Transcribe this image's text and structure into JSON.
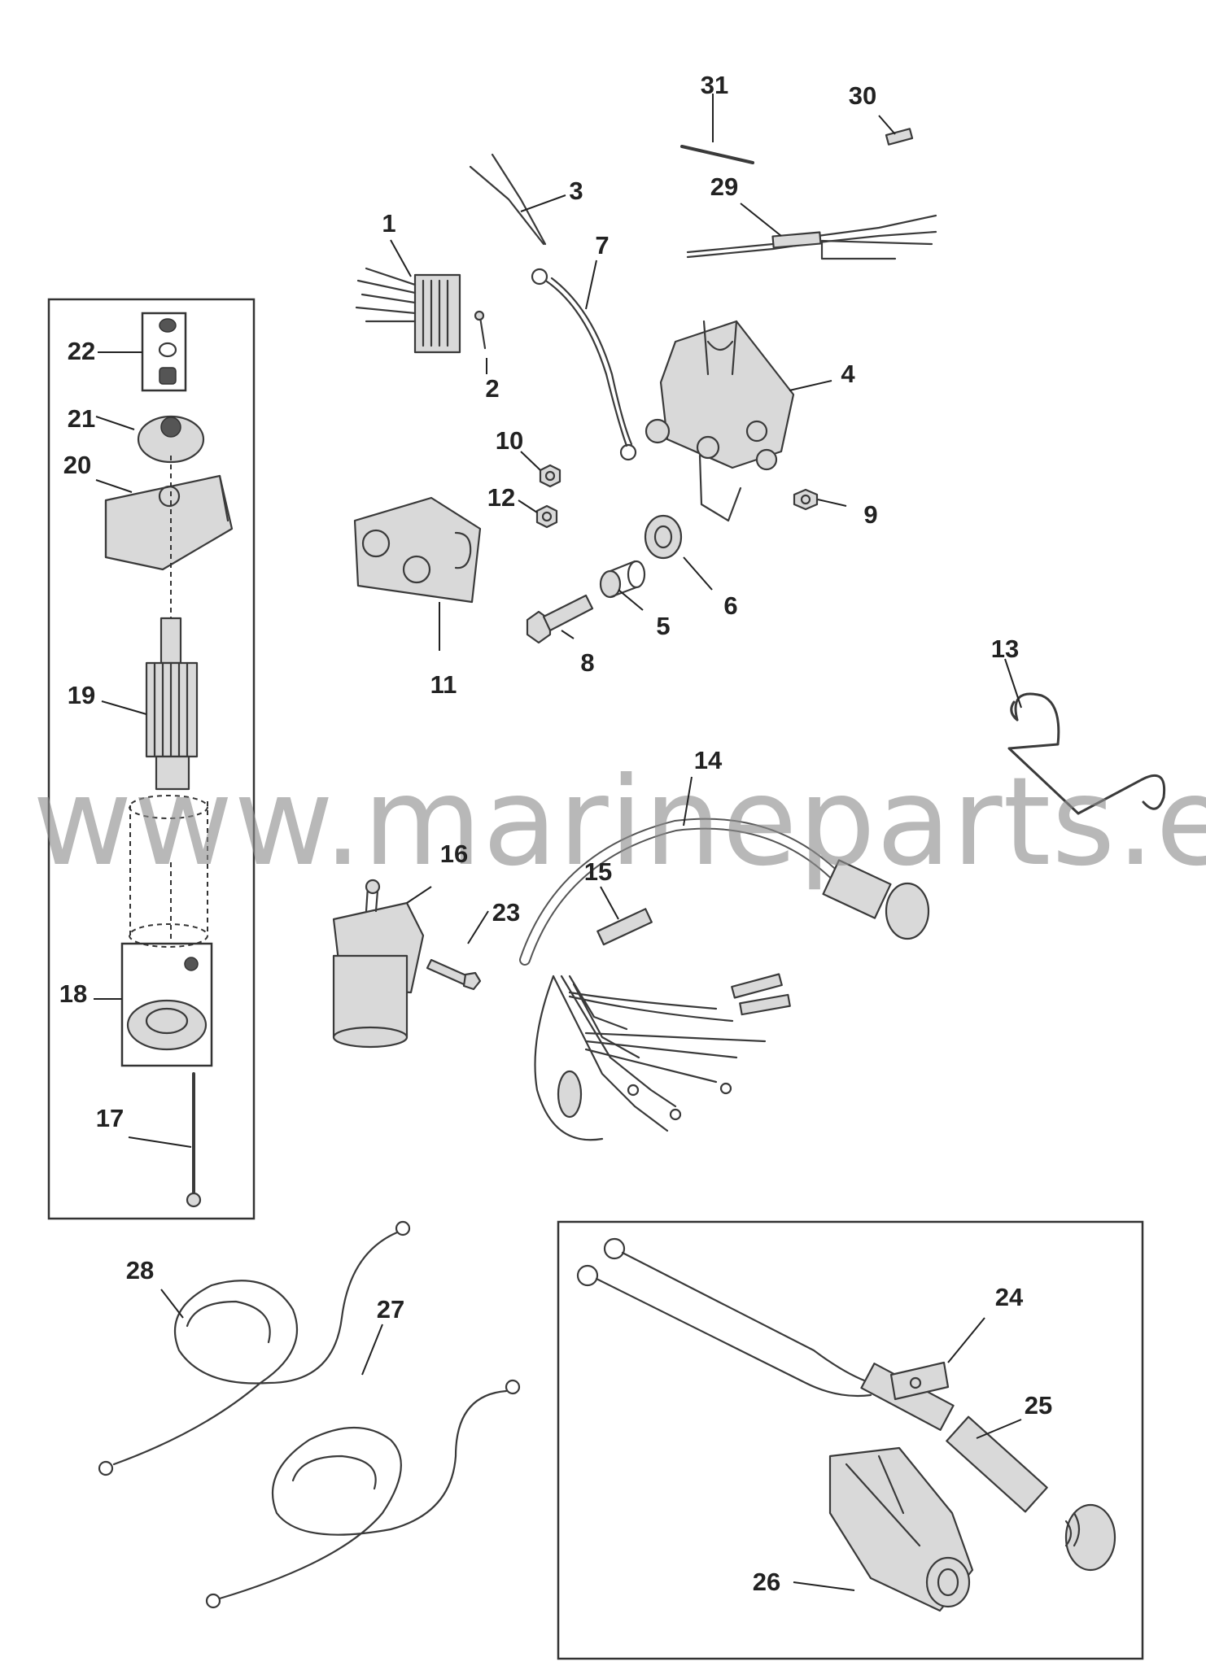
{
  "diagram": {
    "watermark": "www.marineparts.eu",
    "callouts": [
      "1",
      "2",
      "3",
      "4",
      "5",
      "6",
      "7",
      "8",
      "9",
      "10",
      "11",
      "12",
      "13",
      "14",
      "15",
      "16",
      "17",
      "18",
      "19",
      "20",
      "21",
      "22",
      "23",
      "24",
      "25",
      "26",
      "27",
      "28",
      "29",
      "30",
      "31"
    ]
  }
}
